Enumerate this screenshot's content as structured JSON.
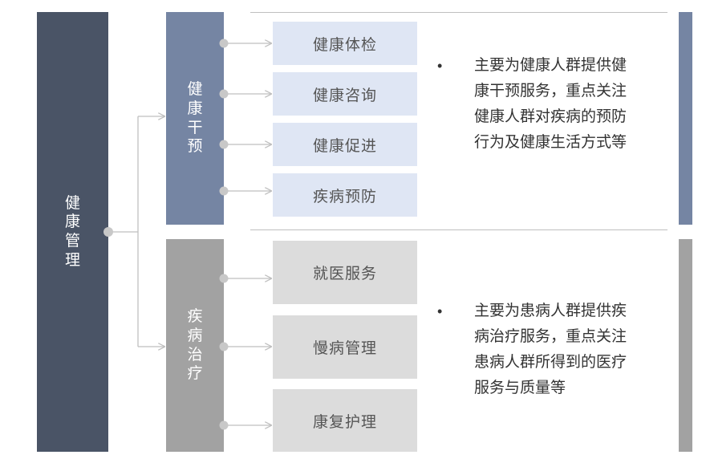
{
  "root": {
    "label": "健康管理"
  },
  "categories": [
    {
      "label": "健康干预",
      "items": [
        "健康体检",
        "健康咨询",
        "健康促进",
        "疾病预防"
      ],
      "description": "主要为健康人群提供健康干预服务，重点关注健康人群对疾病的预防行为及健康生活方式等"
    },
    {
      "label": "疾病治疗",
      "items": [
        "就医服务",
        "慢病管理",
        "康复护理"
      ],
      "description": "主要为患病人群提供疾病治疗服务，重点关注患病人群所得到的医疗服务与质量等"
    }
  ],
  "bullet": "•",
  "colors": {
    "root": "#4a5466",
    "category_blue": "#7585a3",
    "category_gray": "#a2a2a2",
    "item_blue": "#dfe6f4",
    "item_gray": "#dcdcdc",
    "connector": "#bfbfbf",
    "node": "#c8c8c8"
  }
}
